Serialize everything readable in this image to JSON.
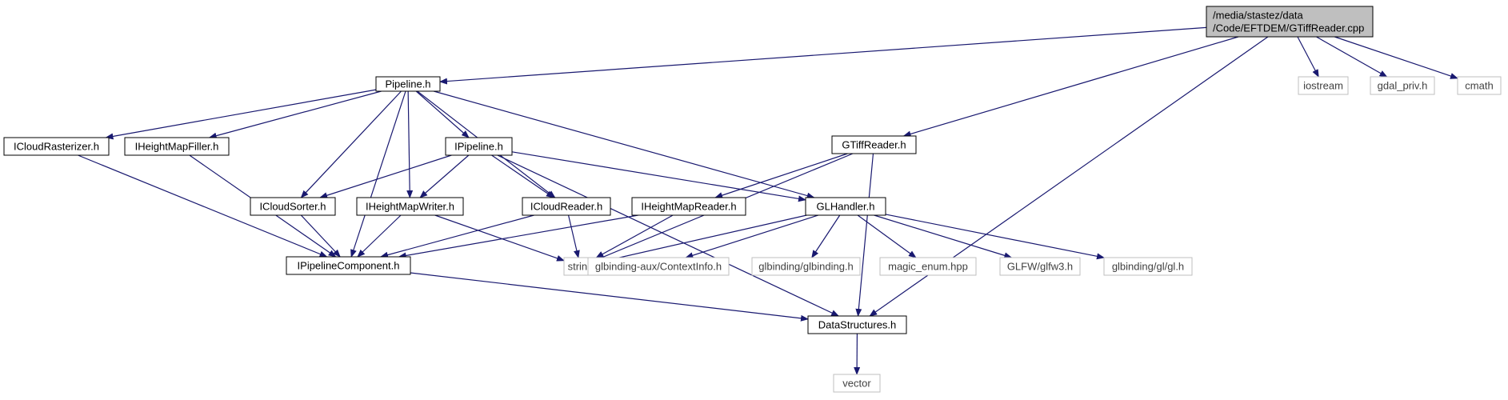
{
  "colors": {
    "edge": "#191970",
    "node_border_internal": "#000000",
    "node_border_external": "#bfbfbf",
    "node_fill": "#ffffff",
    "node_fill_root": "#bfbfbf",
    "text_internal": "#000000",
    "text_external": "#404040"
  },
  "nodes": [
    {
      "id": "root",
      "label_lines": [
        "/media/stastez/data",
        "/Code/EFTDEM/GTiffReader.cpp"
      ],
      "kind": "root"
    },
    {
      "id": "pipeline_h",
      "label_lines": [
        "Pipeline.h"
      ],
      "kind": "internal"
    },
    {
      "id": "iostream",
      "label_lines": [
        "iostream"
      ],
      "kind": "external"
    },
    {
      "id": "gdal_priv_h",
      "label_lines": [
        "gdal_priv.h"
      ],
      "kind": "external"
    },
    {
      "id": "cmath",
      "label_lines": [
        "cmath"
      ],
      "kind": "external"
    },
    {
      "id": "icloudrasterizer_h",
      "label_lines": [
        "ICloudRasterizer.h"
      ],
      "kind": "internal"
    },
    {
      "id": "iheightmapfiller_h",
      "label_lines": [
        "IHeightMapFiller.h"
      ],
      "kind": "internal"
    },
    {
      "id": "ipipeline_h",
      "label_lines": [
        "IPipeline.h"
      ],
      "kind": "internal"
    },
    {
      "id": "gtiffreader_h",
      "label_lines": [
        "GTiffReader.h"
      ],
      "kind": "internal"
    },
    {
      "id": "icloudsorter_h",
      "label_lines": [
        "ICloudSorter.h"
      ],
      "kind": "internal"
    },
    {
      "id": "iheightmapwriter_h",
      "label_lines": [
        "IHeightMapWriter.h"
      ],
      "kind": "internal"
    },
    {
      "id": "icloudreader_h",
      "label_lines": [
        "ICloudReader.h"
      ],
      "kind": "internal"
    },
    {
      "id": "iheightmapreader_h",
      "label_lines": [
        "IHeightMapReader.h"
      ],
      "kind": "internal"
    },
    {
      "id": "glhandler_h",
      "label_lines": [
        "GLHandler.h"
      ],
      "kind": "internal"
    },
    {
      "id": "ipipelinecomponent_h",
      "label_lines": [
        "IPipelineComponent.h"
      ],
      "kind": "internal"
    },
    {
      "id": "string",
      "label_lines": [
        "string"
      ],
      "kind": "external"
    },
    {
      "id": "contextinfo_h",
      "label_lines": [
        "glbinding-aux/ContextInfo.h"
      ],
      "kind": "external"
    },
    {
      "id": "glbinding_h",
      "label_lines": [
        "glbinding/glbinding.h"
      ],
      "kind": "external"
    },
    {
      "id": "magic_enum",
      "label_lines": [
        "magic_enum.hpp"
      ],
      "kind": "external"
    },
    {
      "id": "glfw3_h",
      "label_lines": [
        "GLFW/glfw3.h"
      ],
      "kind": "external"
    },
    {
      "id": "gl_h",
      "label_lines": [
        "glbinding/gl/gl.h"
      ],
      "kind": "external"
    },
    {
      "id": "datastructures_h",
      "label_lines": [
        "DataStructures.h"
      ],
      "kind": "internal"
    },
    {
      "id": "vector",
      "label_lines": [
        "vector"
      ],
      "kind": "external"
    }
  ],
  "edges": [
    [
      "root",
      "pipeline_h"
    ],
    [
      "root",
      "gtiffreader_h"
    ],
    [
      "root",
      "iostream"
    ],
    [
      "root",
      "gdal_priv_h"
    ],
    [
      "root",
      "cmath"
    ],
    [
      "root",
      "datastructures_h"
    ],
    [
      "pipeline_h",
      "icloudrasterizer_h"
    ],
    [
      "pipeline_h",
      "iheightmapfiller_h"
    ],
    [
      "pipeline_h",
      "ipipeline_h"
    ],
    [
      "pipeline_h",
      "icloudsorter_h"
    ],
    [
      "pipeline_h",
      "iheightmapwriter_h"
    ],
    [
      "pipeline_h",
      "icloudreader_h"
    ],
    [
      "pipeline_h",
      "glhandler_h"
    ],
    [
      "pipeline_h",
      "ipipelinecomponent_h"
    ],
    [
      "icloudrasterizer_h",
      "ipipelinecomponent_h"
    ],
    [
      "iheightmapfiller_h",
      "ipipelinecomponent_h"
    ],
    [
      "ipipeline_h",
      "icloudsorter_h"
    ],
    [
      "ipipeline_h",
      "iheightmapwriter_h"
    ],
    [
      "ipipeline_h",
      "icloudreader_h"
    ],
    [
      "ipipeline_h",
      "glhandler_h"
    ],
    [
      "ipipeline_h",
      "datastructures_h"
    ],
    [
      "icloudsorter_h",
      "ipipelinecomponent_h"
    ],
    [
      "iheightmapwriter_h",
      "ipipelinecomponent_h"
    ],
    [
      "iheightmapwriter_h",
      "string"
    ],
    [
      "icloudreader_h",
      "ipipelinecomponent_h"
    ],
    [
      "icloudreader_h",
      "string"
    ],
    [
      "iheightmapreader_h",
      "ipipelinecomponent_h"
    ],
    [
      "iheightmapreader_h",
      "string"
    ],
    [
      "gtiffreader_h",
      "iheightmapreader_h"
    ],
    [
      "gtiffreader_h",
      "string"
    ],
    [
      "gtiffreader_h",
      "datastructures_h"
    ],
    [
      "glhandler_h",
      "string"
    ],
    [
      "glhandler_h",
      "contextinfo_h"
    ],
    [
      "glhandler_h",
      "glbinding_h"
    ],
    [
      "glhandler_h",
      "magic_enum"
    ],
    [
      "glhandler_h",
      "glfw3_h"
    ],
    [
      "glhandler_h",
      "gl_h"
    ],
    [
      "ipipelinecomponent_h",
      "datastructures_h"
    ],
    [
      "datastructures_h",
      "vector"
    ]
  ]
}
